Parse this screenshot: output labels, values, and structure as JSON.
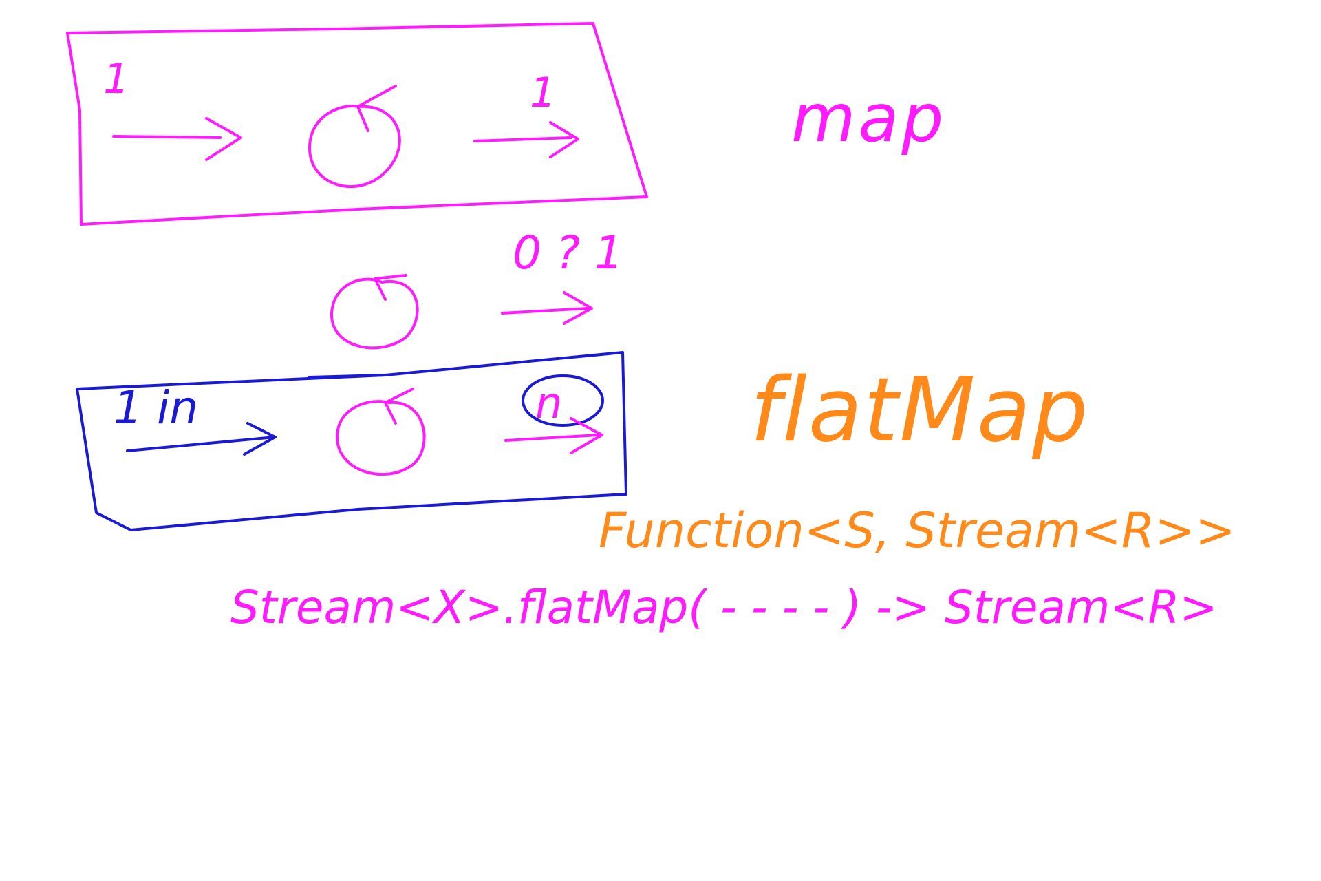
{
  "labels": {
    "map_title": "map",
    "flatmap_title": "flatMap",
    "map_input_count": "1",
    "map_output_count": "1",
    "question": "0 ? 1",
    "flatmap_input": "1 in",
    "flatmap_output": "n",
    "function_signature": "Function<S, Stream<R>>",
    "code_expression": "Stream<X>.flatMap( - - - -      ) -> Stream<R>"
  },
  "colors": {
    "magenta": "#ff1aff",
    "blue": "#1a1ad6",
    "orange": "#ff8a1a",
    "background": "#ffffff"
  }
}
